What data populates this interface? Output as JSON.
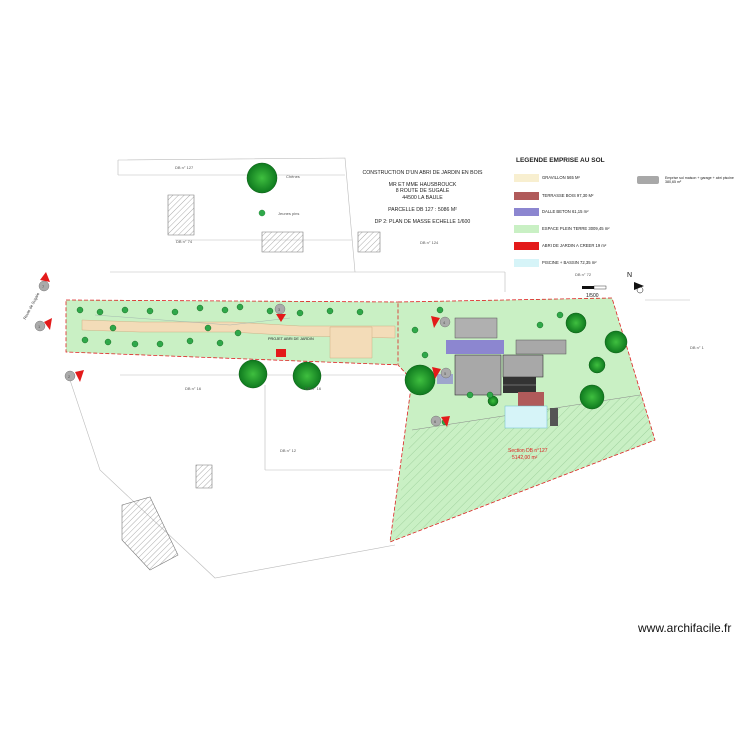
{
  "title": {
    "line1": "CONSTRUCTION D'UN ABRI DE JARDIN EN BOIS",
    "line2": "MR ET MME HAUSBROUCK",
    "line3": "8 ROUTE DE SUGALE",
    "line4": "44500 LA BAULE",
    "line5": "PARCELLE DB 127 : 5086 M²",
    "line6": "DP 2: PLAN DE MASSE  ECHELLE 1/600"
  },
  "legend": {
    "title": "LEGENDE EMPRISE AU SOL",
    "items": [
      {
        "label": "GRAVILLON 565 M²",
        "color": "#f8efd0"
      },
      {
        "label": "TERRASSE BOIS 97,30 M²",
        "color": "#b05a5a"
      },
      {
        "label": "DALLE BETON 61,15 m²",
        "color": "#8c86d0"
      },
      {
        "label": "ESPACE PLEIN TERRE 3009,45 m²",
        "color": "#c9f0c4"
      },
      {
        "label": "ABRI DE JARDIN A CREER 19 m²",
        "color": "#e31a1a"
      },
      {
        "label": "PISCINE + BASSIN 72,35 m²",
        "color": "#d6f4f8"
      }
    ],
    "side_item": {
      "label": "Emprise sol maison + garage + abri piscine 380,65 m²",
      "color": "#a8a8a8"
    }
  },
  "map": {
    "tree_legend_oak": "Chênes",
    "tree_legend_pine": "Jeunes pins",
    "project_label": "PROJET ABRI DE JARDIN",
    "section_label": "Section DB n°127",
    "section_area": "5142,00 m²",
    "parcel_labels": [
      "DB n° 127",
      "DB n° 74",
      "DB n° 124",
      "DB n° 72",
      "DB n° 16",
      "DB n° 16",
      "DB n° 1",
      "DB n° 12"
    ],
    "road_label": "Route de Sugale",
    "scale_label": "1/500",
    "north_label": "N",
    "markers": [
      "1",
      "2",
      "3",
      "4",
      "5",
      "6",
      "7"
    ]
  },
  "watermark": "www.archifacile.fr"
}
